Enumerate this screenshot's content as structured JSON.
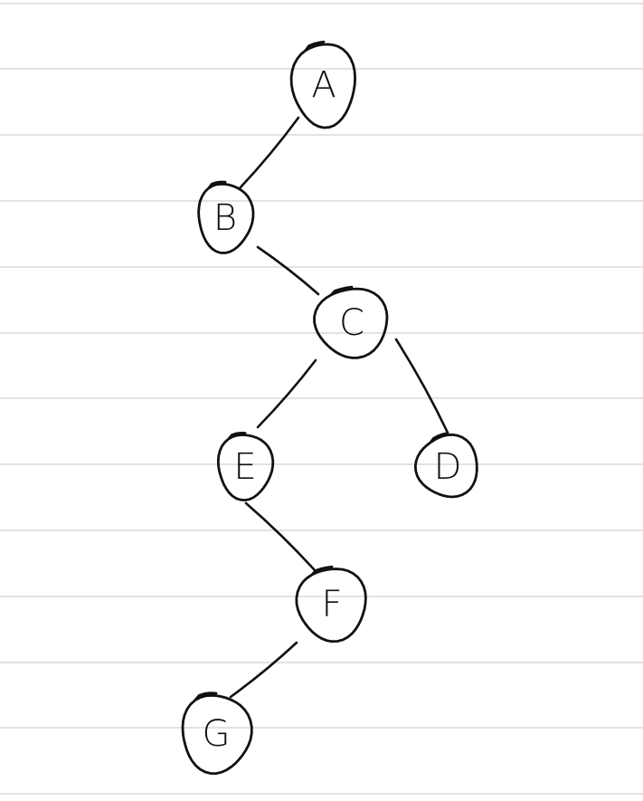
{
  "diagram": {
    "type": "binary-tree",
    "nodes": [
      {
        "id": "A",
        "label": "A"
      },
      {
        "id": "B",
        "label": "B"
      },
      {
        "id": "C",
        "label": "C"
      },
      {
        "id": "E",
        "label": "E"
      },
      {
        "id": "D",
        "label": "D"
      },
      {
        "id": "F",
        "label": "F"
      },
      {
        "id": "G",
        "label": "G"
      }
    ],
    "edges": [
      {
        "from": "A",
        "to": "B"
      },
      {
        "from": "B",
        "to": "C"
      },
      {
        "from": "C",
        "to": "E"
      },
      {
        "from": "C",
        "to": "D"
      },
      {
        "from": "E",
        "to": "F"
      },
      {
        "from": "F",
        "to": "G"
      }
    ]
  },
  "colors": {
    "ink": "#111111",
    "ruled_line": "#d9d9d9",
    "paper": "#ffffff"
  }
}
